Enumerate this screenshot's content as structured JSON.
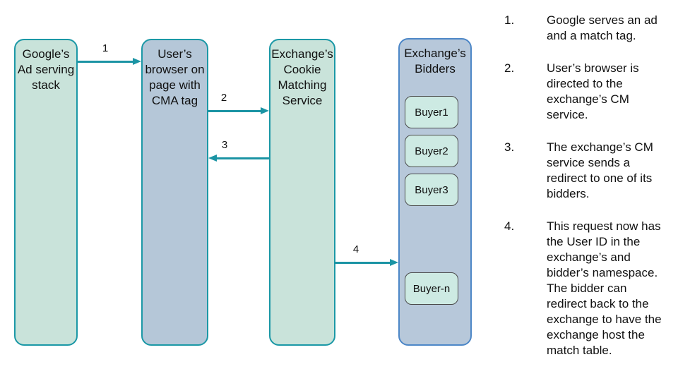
{
  "diagram": {
    "boxes": [
      {
        "id": "google-ad-serving-stack",
        "label": "Google’s\nAd serving\nstack",
        "fill": "#c9e3da",
        "border": "#1b98a6"
      },
      {
        "id": "user-browser",
        "label": "User’s\nbrowser on\npage with\nCMA tag",
        "fill": "#b5c7d8",
        "border": "#1b98a6"
      },
      {
        "id": "exchange-cookie-matching-service",
        "label": "Exchange’s\nCookie\nMatching\nService",
        "fill": "#c9e3da",
        "border": "#1b98a6"
      },
      {
        "id": "exchange-bidders",
        "label": "Exchange’s\nBidders",
        "fill": "#b7c8da",
        "border": "#4d87c7"
      }
    ],
    "buyers": [
      {
        "label": "Buyer1"
      },
      {
        "label": "Buyer2"
      },
      {
        "label": "Buyer3"
      },
      {
        "label": "Buyer-n"
      }
    ],
    "arrows": [
      {
        "label": "1",
        "from": "google-ad-serving-stack",
        "to": "user-browser",
        "direction": "right"
      },
      {
        "label": "2",
        "from": "user-browser",
        "to": "exchange-cookie-matching-service",
        "direction": "right"
      },
      {
        "label": "3",
        "from": "exchange-cookie-matching-service",
        "to": "user-browser",
        "direction": "left"
      },
      {
        "label": "4",
        "from": "exchange-cookie-matching-service",
        "to": "exchange-bidders",
        "direction": "right"
      }
    ],
    "colors": {
      "arrow": "#1b94a4",
      "teal_border": "#1b98a6",
      "blue_border": "#4d87c7",
      "green_fill": "#c9e3da",
      "bluegray_fill": "#b5c7d8",
      "buyer_fill": "#cdeae3",
      "buyer_border": "#4b4b4b",
      "text": "#111111",
      "background": "#ffffff"
    }
  },
  "notes": {
    "items": [
      {
        "number": "1.",
        "text": "Google serves an ad\nand a match tag."
      },
      {
        "number": "2.",
        "text": "User’s browser is\ndirected to the\nexchange’s CM\nservice."
      },
      {
        "number": "3.",
        "text": "The exchange’s CM\nservice sends a\nredirect to one of its\nbidders."
      },
      {
        "number": "4.",
        "text": "This request now has\nthe User ID in the\nexchange’s and\nbidder’s namespace.\nThe bidder can\nredirect back to the\nexchange to have the\nexchange host the\nmatch table."
      }
    ]
  }
}
